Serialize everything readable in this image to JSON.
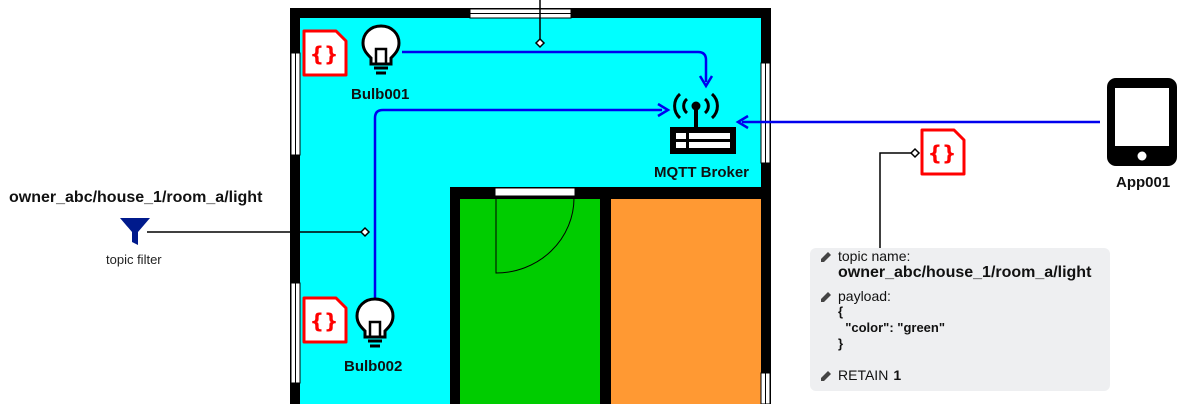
{
  "devices": {
    "bulb1": {
      "label": "Bulb001"
    },
    "bulb2": {
      "label": "Bulb002"
    },
    "broker": {
      "label": "MQTT Broker"
    },
    "app": {
      "label": "App001"
    }
  },
  "topic_filter": {
    "title": "owner_abc/house_1/room_a/light",
    "caption": "topic filter"
  },
  "message_panel": {
    "topic_label": "topic name:",
    "topic_value": "owner_abc/house_1/room_a/light",
    "payload_label": "payload:",
    "payload_text": "{\n  \"color\": \"green\"\n}",
    "retain_label": "RETAIN",
    "retain_value": "1"
  },
  "colors": {
    "room": "#00ffff",
    "green_room": "#00cc00",
    "orange_room": "#ff9933",
    "wall": "#000000",
    "message_line": "#0000ee",
    "json_icon": "#ff0000",
    "filter_icon": "#001a8c",
    "panel_bg": "#eeeff1"
  },
  "icons": [
    "json-icon",
    "lightbulb-icon",
    "router-icon",
    "smartphone-icon",
    "funnel-icon",
    "pencil-icon"
  ]
}
